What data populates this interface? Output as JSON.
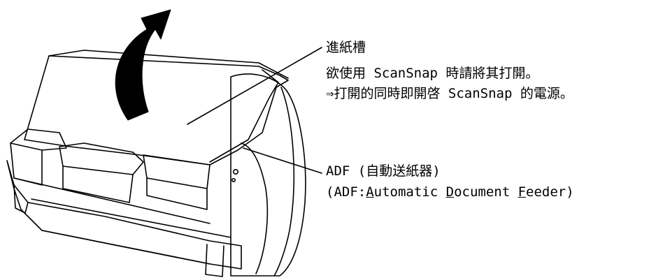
{
  "paper_tray": {
    "title": "進紙槽",
    "line2": "欲使用 ScanSnap 時請將其打開。",
    "line3": "⇒打開的同時即開啓 ScanSnap 的電源。"
  },
  "adf": {
    "title": "ADF (自動送紙器)",
    "sub_open": "(ADF:",
    "sub_a_initial": "A",
    "sub_a_rest": "utomatic ",
    "sub_d_initial": "D",
    "sub_d_rest": "ocument ",
    "sub_f_initial": "F",
    "sub_f_rest": "eeder)"
  }
}
